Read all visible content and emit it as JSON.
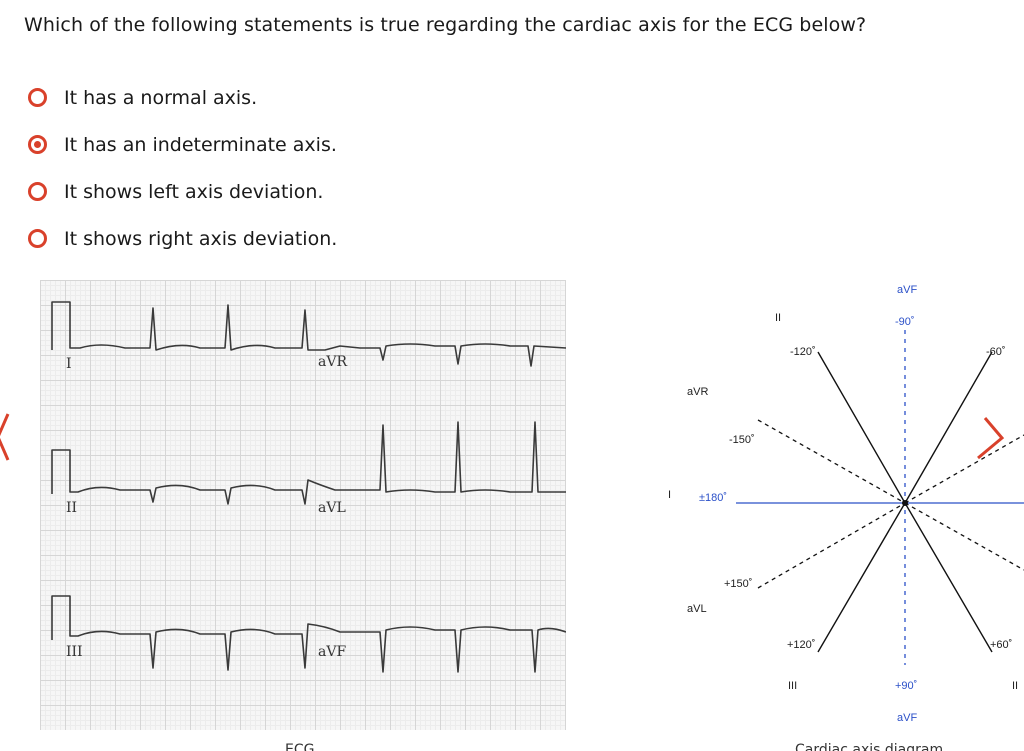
{
  "question": {
    "text": "Which of the following statements is true regarding the cardiac axis for the ECG below?"
  },
  "options": [
    {
      "label": "It has a normal axis.",
      "selected": false
    },
    {
      "label": "It has an indeterminate axis.",
      "selected": true
    },
    {
      "label": "It shows left axis deviation.",
      "selected": false
    },
    {
      "label": "It shows right axis deviation.",
      "selected": false
    }
  ],
  "ecg": {
    "leads": {
      "I": "I",
      "aVR": "aVR",
      "II": "II",
      "aVL": "aVL",
      "III": "III",
      "aVF": "aVF"
    }
  },
  "axis_diagram": {
    "top_avf": "aVF",
    "minus90": "-90˚",
    "top_II": "II",
    "minus120": "-120˚",
    "minus60": "-60˚",
    "aVR": "aVR",
    "minus150": "-150˚",
    "I": "I",
    "pm180": "±180˚",
    "plus150": "+150˚",
    "aVL": "aVL",
    "plus120": "+120˚",
    "plus60": "+60˚",
    "III": "III",
    "plus90": "+90˚",
    "bottom_II": "II",
    "bottom_avf": "aVF"
  },
  "captions": {
    "ecg": "ECG",
    "axis": "Cardiac axis diagram"
  },
  "colors": {
    "accent": "#d9412b",
    "axis_blue": "#2b50c8"
  }
}
